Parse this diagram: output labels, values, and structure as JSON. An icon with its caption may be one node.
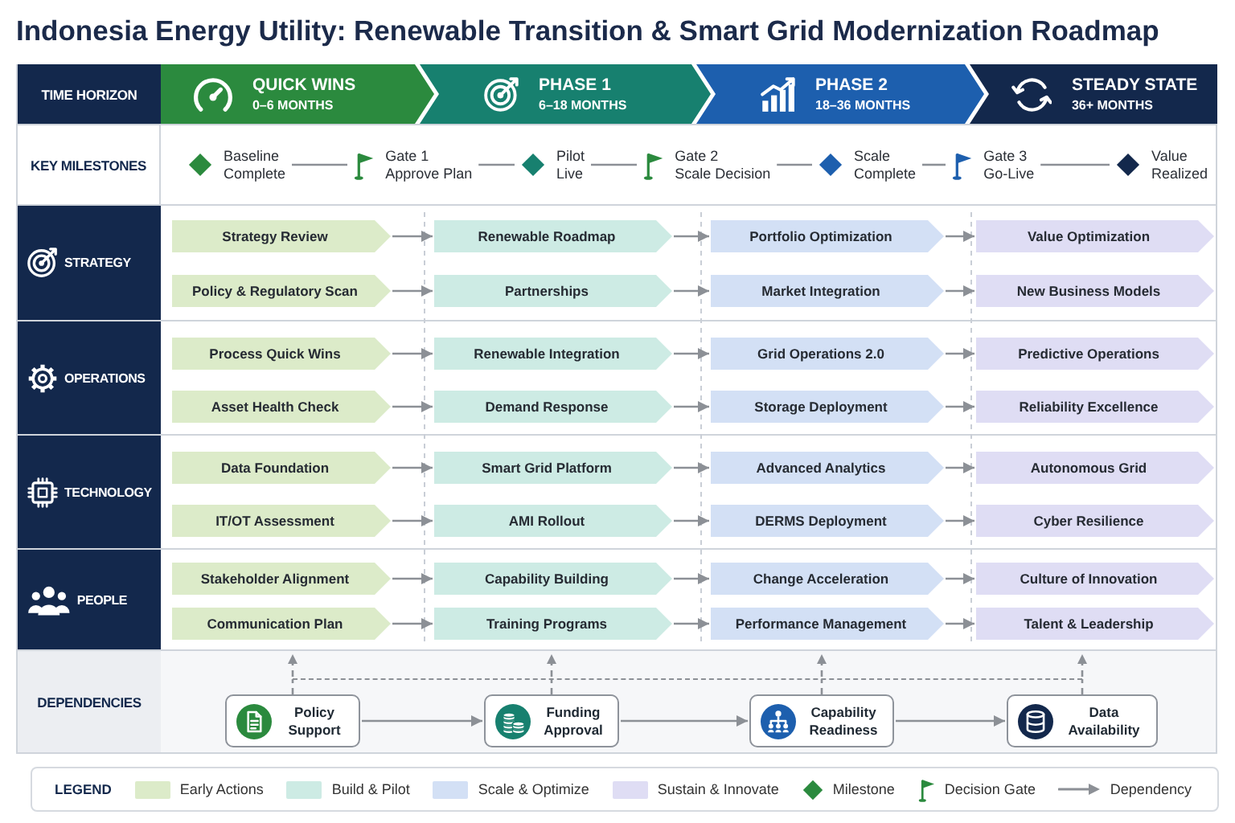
{
  "diagram": {
    "title": "Indonesia Energy Utility: Renewable Transition & Smart Grid Modernization Roadmap",
    "nodes": [
      {
        "text": [
          "TIME HORIZON"
        ]
      },
      {
        "text": [
          "QUICK WINS",
          "0–6 MONTHS"
        ],
        "in": 0
      },
      {
        "text": [
          "PHASE 1",
          "6–18 MONTHS"
        ],
        "in": 0
      },
      {
        "text": [
          "PHASE 2",
          "18–36 MONTHS"
        ],
        "in": 0
      },
      {
        "text": [
          "STEADY STATE",
          "36+ MONTHS"
        ],
        "in": 0
      },
      {
        "text": [
          "KEY MILESTONES"
        ]
      },
      {
        "text": [],
        "shape": "diamond",
        "beside": [
          "Baseline Complete"
        ],
        "in": 5
      },
      {
        "text": [],
        "shape": "flag",
        "beside": [
          "Gate 1",
          "Approve Plan"
        ],
        "in": 5
      },
      {
        "text": [],
        "shape": "diamond",
        "beside": [
          "Pilot Live"
        ],
        "in": 5
      },
      {
        "text": [],
        "shape": "flag",
        "beside": [
          "Gate 2",
          "Scale Decision"
        ],
        "in": 5
      },
      {
        "text": [],
        "shape": "diamond",
        "beside": [
          "Scale Complete"
        ],
        "in": 5
      },
      {
        "text": [],
        "shape": "flag",
        "beside": [
          "Gate 3",
          "Go-Live"
        ],
        "in": 5
      },
      {
        "text": [],
        "shape": "diamond",
        "beside": [
          "Value Realized"
        ],
        "in": 5
      },
      {
        "text": [
          "STRATEGY"
        ]
      },
      {
        "text": [
          "Strategy Review"
        ],
        "in": 13
      },
      {
        "text": [
          "Renewable Roadmap"
        ],
        "in": 13
      },
      {
        "text": [
          "Portfolio Optimization"
        ],
        "in": 13
      },
      {
        "text": [
          "Value Optimization"
        ],
        "in": 13
      },
      {
        "text": [
          "Policy & Regulatory Scan"
        ],
        "in": 13
      },
      {
        "text": [
          "Partnerships"
        ],
        "in": 13
      },
      {
        "text": [
          "Market Integration"
        ],
        "in": 13
      },
      {
        "text": [
          "New Business Models"
        ],
        "in": 13
      },
      {
        "text": [
          "OPERATIONS"
        ]
      },
      {
        "text": [
          "Process Quick Wins"
        ],
        "in": 22
      },
      {
        "text": [
          "Renewable Integration"
        ],
        "in": 22
      },
      {
        "text": [
          "Grid Operations 2.0"
        ],
        "in": 22
      },
      {
        "text": [
          "Predictive Operations"
        ],
        "in": 22
      },
      {
        "text": [
          "Asset Health Check"
        ],
        "in": 22
      },
      {
        "text": [
          "Demand Response"
        ],
        "in": 22
      },
      {
        "text": [
          "Storage Deployment"
        ],
        "in": 22
      },
      {
        "text": [
          "Reliability Excellence"
        ],
        "in": 22
      },
      {
        "text": [
          "TECHNOLOGY"
        ]
      },
      {
        "text": [
          "Data Foundation"
        ],
        "in": 31
      },
      {
        "text": [
          "Smart Grid Platform"
        ],
        "in": 31
      },
      {
        "text": [
          "Advanced Analytics"
        ],
        "in": 31
      },
      {
        "text": [
          "Autonomous Grid"
        ],
        "in": 31
      },
      {
        "text": [
          "IT/OT Assessment"
        ],
        "in": 31
      },
      {
        "text": [
          "AMI Rollout"
        ],
        "in": 31
      },
      {
        "text": [
          "DERMS Deployment"
        ],
        "in": 31
      },
      {
        "text": [
          "Cyber Resilience"
        ],
        "in": 31
      },
      {
        "text": [
          "PEOPLE"
        ]
      },
      {
        "text": [
          "Stakeholder Alignment"
        ],
        "in": 40
      },
      {
        "text": [
          "Capability Building"
        ],
        "in": 40
      },
      {
        "text": [
          "Change Acceleration"
        ],
        "in": 40
      },
      {
        "text": [
          "Culture of Innovation"
        ],
        "in": 40
      },
      {
        "text": [
          "Communication Plan"
        ],
        "in": 40
      },
      {
        "text": [
          "Training Programs"
        ],
        "in": 40
      },
      {
        "text": [
          "Performance Management"
        ],
        "in": 40
      },
      {
        "text": [
          "Talent & Leadership"
        ],
        "in": 40
      },
      {
        "text": [
          "DEPENDENCIES"
        ]
      },
      {
        "text": [],
        "shape": "line",
        "in": 49
      },
      {
        "text": [
          "Policy Support"
        ],
        "in": 49
      },
      {
        "text": [
          "Funding Approval"
        ],
        "in": 49
      },
      {
        "text": [
          "Capability Readiness"
        ],
        "in": 49
      },
      {
        "text": [
          "Data Availability"
        ],
        "in": 49
      }
    ],
    "edges": [
      {
        "from": 6,
        "to": 7,
        "arrow": "none"
      },
      {
        "from": 7,
        "to": 8,
        "arrow": "none"
      },
      {
        "from": 8,
        "to": 9,
        "arrow": "none"
      },
      {
        "from": 9,
        "to": 10,
        "arrow": "none"
      },
      {
        "from": 10,
        "to": 11,
        "arrow": "none"
      },
      {
        "from": 11,
        "to": 12,
        "arrow": "none"
      },
      {
        "from": 14,
        "to": 15,
        "arrow": "to"
      },
      {
        "from": 15,
        "to": 16,
        "arrow": "to"
      },
      {
        "from": 16,
        "to": 17,
        "arrow": "to"
      },
      {
        "from": 18,
        "to": 19,
        "arrow": "to"
      },
      {
        "from": 19,
        "to": 20,
        "arrow": "to"
      },
      {
        "from": 20,
        "to": 21,
        "arrow": "to"
      },
      {
        "from": 23,
        "to": 24,
        "arrow": "to"
      },
      {
        "from": 24,
        "to": 25,
        "arrow": "to"
      },
      {
        "from": 25,
        "to": 26,
        "arrow": "to"
      },
      {
        "from": 27,
        "to": 28,
        "arrow": "to"
      },
      {
        "from": 28,
        "to": 29,
        "arrow": "to"
      },
      {
        "from": 29,
        "to": 30,
        "arrow": "to"
      },
      {
        "from": 32,
        "to": 33,
        "arrow": "to"
      },
      {
        "from": 33,
        "to": 34,
        "arrow": "to"
      },
      {
        "from": 34,
        "to": 35,
        "arrow": "to"
      },
      {
        "from": 36,
        "to": 37,
        "arrow": "to"
      },
      {
        "from": 37,
        "to": 38,
        "arrow": "to"
      },
      {
        "from": 38,
        "to": 39,
        "arrow": "to"
      },
      {
        "from": 41,
        "to": 42,
        "arrow": "to"
      },
      {
        "from": 42,
        "to": 43,
        "arrow": "to"
      },
      {
        "from": 43,
        "to": 44,
        "arrow": "to"
      },
      {
        "from": 45,
        "to": 46,
        "arrow": "to"
      },
      {
        "from": 46,
        "to": 47,
        "arrow": "to"
      },
      {
        "from": 47,
        "to": 48,
        "arrow": "to"
      },
      {
        "from": 51,
        "to": 52,
        "arrow": "to"
      },
      {
        "from": 52,
        "to": 53,
        "arrow": "to"
      },
      {
        "from": 53,
        "to": 54,
        "arrow": "to"
      },
      {
        "from": 51,
        "to": 50,
        "arrow": "none",
        "style": "dashed"
      },
      {
        "from": 52,
        "to": 50,
        "arrow": "none",
        "style": "dashed"
      },
      {
        "from": 53,
        "to": 50,
        "arrow": "none",
        "style": "dashed"
      },
      {
        "from": 54,
        "to": 50,
        "arrow": "none",
        "style": "dashed"
      },
      {
        "from": 50,
        "to": null,
        "arrow": "to",
        "style": "dashed"
      },
      {
        "from": 50,
        "to": null,
        "arrow": "to",
        "style": "dashed"
      },
      {
        "from": 50,
        "to": null,
        "arrow": "to",
        "style": "dashed"
      },
      {
        "from": 50,
        "to": null,
        "arrow": "to",
        "style": "dashed"
      }
    ],
    "labels": [
      "LEGEND"
    ],
    "legend": [
      {
        "text": "Early Actions",
        "color": "#dcebc9"
      },
      {
        "text": "Build & Pilot",
        "color": "#cdebe4"
      },
      {
        "text": "Scale & Optimize",
        "color": "#d3e0f5"
      },
      {
        "text": "Sustain & Innovate",
        "color": "#dfddf4"
      },
      {
        "text": "Milestone"
      },
      {
        "text": "Decision Gate"
      },
      {
        "text": "Dependency"
      }
    ]
  }
}
